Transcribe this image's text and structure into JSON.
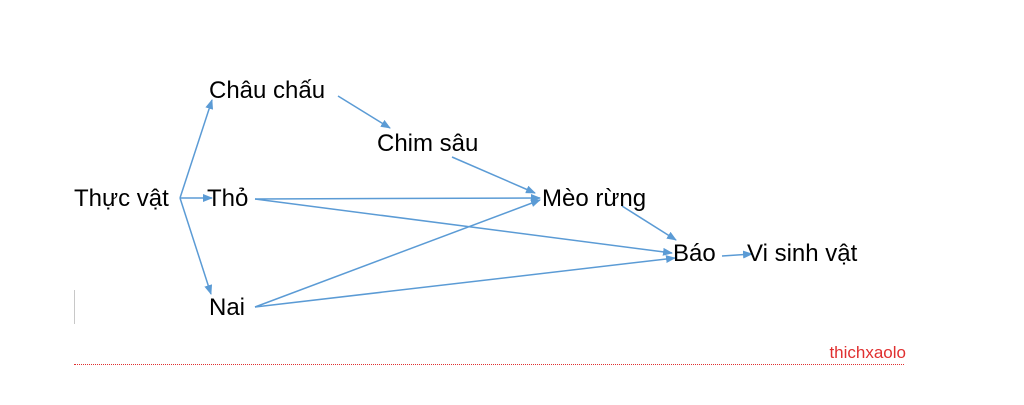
{
  "diagram": {
    "nodes": [
      {
        "id": "thuc_vat",
        "label": "Thực vật"
      },
      {
        "id": "chau_chau",
        "label": "Châu chấu"
      },
      {
        "id": "tho",
        "label": "Thỏ"
      },
      {
        "id": "nai",
        "label": "Nai"
      },
      {
        "id": "chim_sau",
        "label": "Chim sâu"
      },
      {
        "id": "meo_rung",
        "label": "Mèo rừng"
      },
      {
        "id": "bao",
        "label": "Báo"
      },
      {
        "id": "vi_sinh_vat",
        "label": "Vi sinh vật"
      }
    ],
    "edges": [
      {
        "from": "thuc_vat",
        "to": "chau_chau"
      },
      {
        "from": "thuc_vat",
        "to": "tho"
      },
      {
        "from": "thuc_vat",
        "to": "nai"
      },
      {
        "from": "chau_chau",
        "to": "chim_sau"
      },
      {
        "from": "chim_sau",
        "to": "meo_rung"
      },
      {
        "from": "tho",
        "to": "meo_rung"
      },
      {
        "from": "tho",
        "to": "bao"
      },
      {
        "from": "nai",
        "to": "meo_rung"
      },
      {
        "from": "nai",
        "to": "bao"
      },
      {
        "from": "meo_rung",
        "to": "bao"
      },
      {
        "from": "bao",
        "to": "vi_sinh_vat"
      }
    ],
    "arrow_color": "#5b9bd5"
  },
  "watermark": "thichxaolo",
  "watermark_color": "#e03030"
}
